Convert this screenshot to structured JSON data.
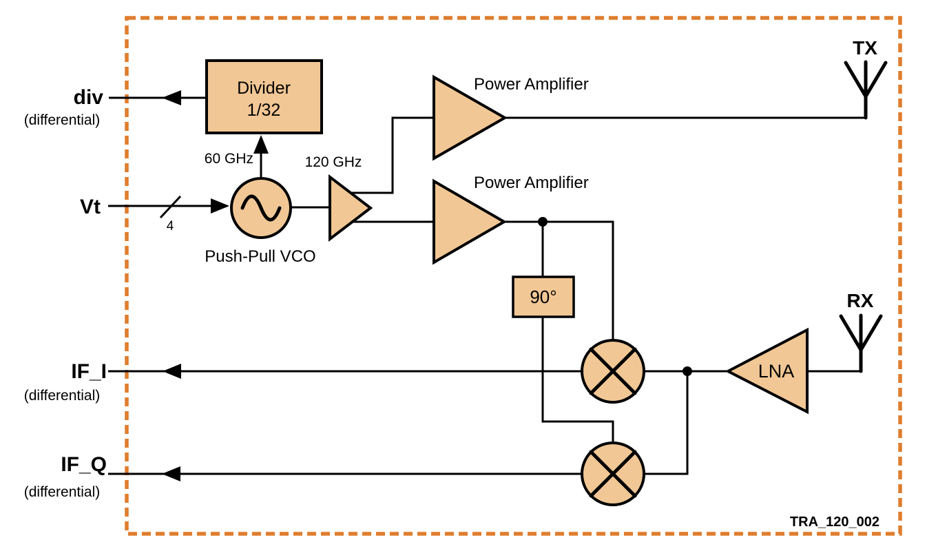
{
  "chip": {
    "part_number": "TRA_120_002"
  },
  "ports": {
    "div": {
      "name": "div",
      "note": "(differential)"
    },
    "vt": {
      "name": "Vt",
      "bus_width": "4"
    },
    "if_i": {
      "name": "IF_I",
      "note": "(differential)"
    },
    "if_q": {
      "name": "IF_Q",
      "note": "(differential)"
    },
    "tx": {
      "name": "TX"
    },
    "rx": {
      "name": "RX"
    }
  },
  "blocks": {
    "divider": {
      "title": "Divider",
      "ratio": "1/32"
    },
    "vco": {
      "caption": "Push-Pull VCO"
    },
    "pa_tx": {
      "caption": "Power Amplifier"
    },
    "pa_lo": {
      "caption": "Power Amplifier"
    },
    "phase_shifter": {
      "label": "90°"
    },
    "lna": {
      "label": "LNA"
    }
  },
  "annotations": {
    "vco_div_freq": "60 GHz",
    "vco_out_freq": "120 GHz"
  },
  "colors": {
    "block_fill": "#F1C795",
    "line": "#000000",
    "chip_border": "#DF7D2D",
    "background": "#FFFFFF"
  }
}
